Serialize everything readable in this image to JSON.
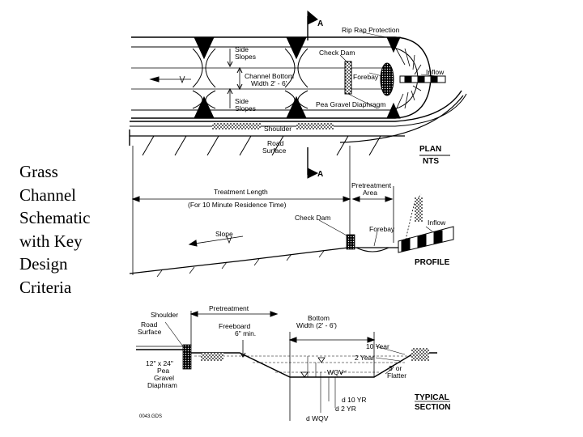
{
  "caption": [
    "Grass",
    "Channel",
    "Schematic",
    "with Key",
    "Design",
    "Criteria"
  ],
  "plan": {
    "section_marker": "A",
    "rip_rap_protection": "Rip Rap Protection",
    "check_dam": "Check Dam",
    "side_slopes_top": [
      "Side",
      "Slopes"
    ],
    "side_slopes_bottom": [
      "Side",
      "Slopes"
    ],
    "channel_bottom": [
      "Channel Bottom",
      "Width 2' - 6'"
    ],
    "forebay": "Forebay",
    "inflow": "Inflow",
    "pea_gravel_diaphragm": "Pea Gravel Diaphragm",
    "shoulder": "Shoulder",
    "road_surface": [
      "Road",
      "Surface"
    ],
    "title": "PLAN",
    "scale": "NTS"
  },
  "profile": {
    "treatment_length": [
      "Treatment Length",
      "(For 10 Minute Residence Time)"
    ],
    "pretreatment_area": [
      "Pretreatment",
      "Area"
    ],
    "check_dam": "Check Dam",
    "forebay": "Forebay",
    "inflow": "Inflow",
    "slope": "Slope",
    "title": "PROFILE"
  },
  "section": {
    "shoulder": "Shoulder",
    "road_surface": [
      "Road",
      "Surface"
    ],
    "pretreatment": "Pretreatment",
    "freeboard": [
      "Freeboard",
      "6\" min."
    ],
    "bottom_width": [
      "Bottom",
      "Width (2' - 6')"
    ],
    "ten_year": "10 Year",
    "two_year": "2 Year",
    "diaphragm": [
      "12\" x 24\"",
      "Pea",
      "Gravel",
      "Diaphram"
    ],
    "wqv": "WQV",
    "side_slope": [
      "3' or",
      "Flatter"
    ],
    "d10": "d 10 YR",
    "d2": "d 2 YR",
    "dwqv": "d WQV",
    "title": [
      "TYPICAL",
      "SECTION"
    ],
    "code": "0043.GDS"
  }
}
